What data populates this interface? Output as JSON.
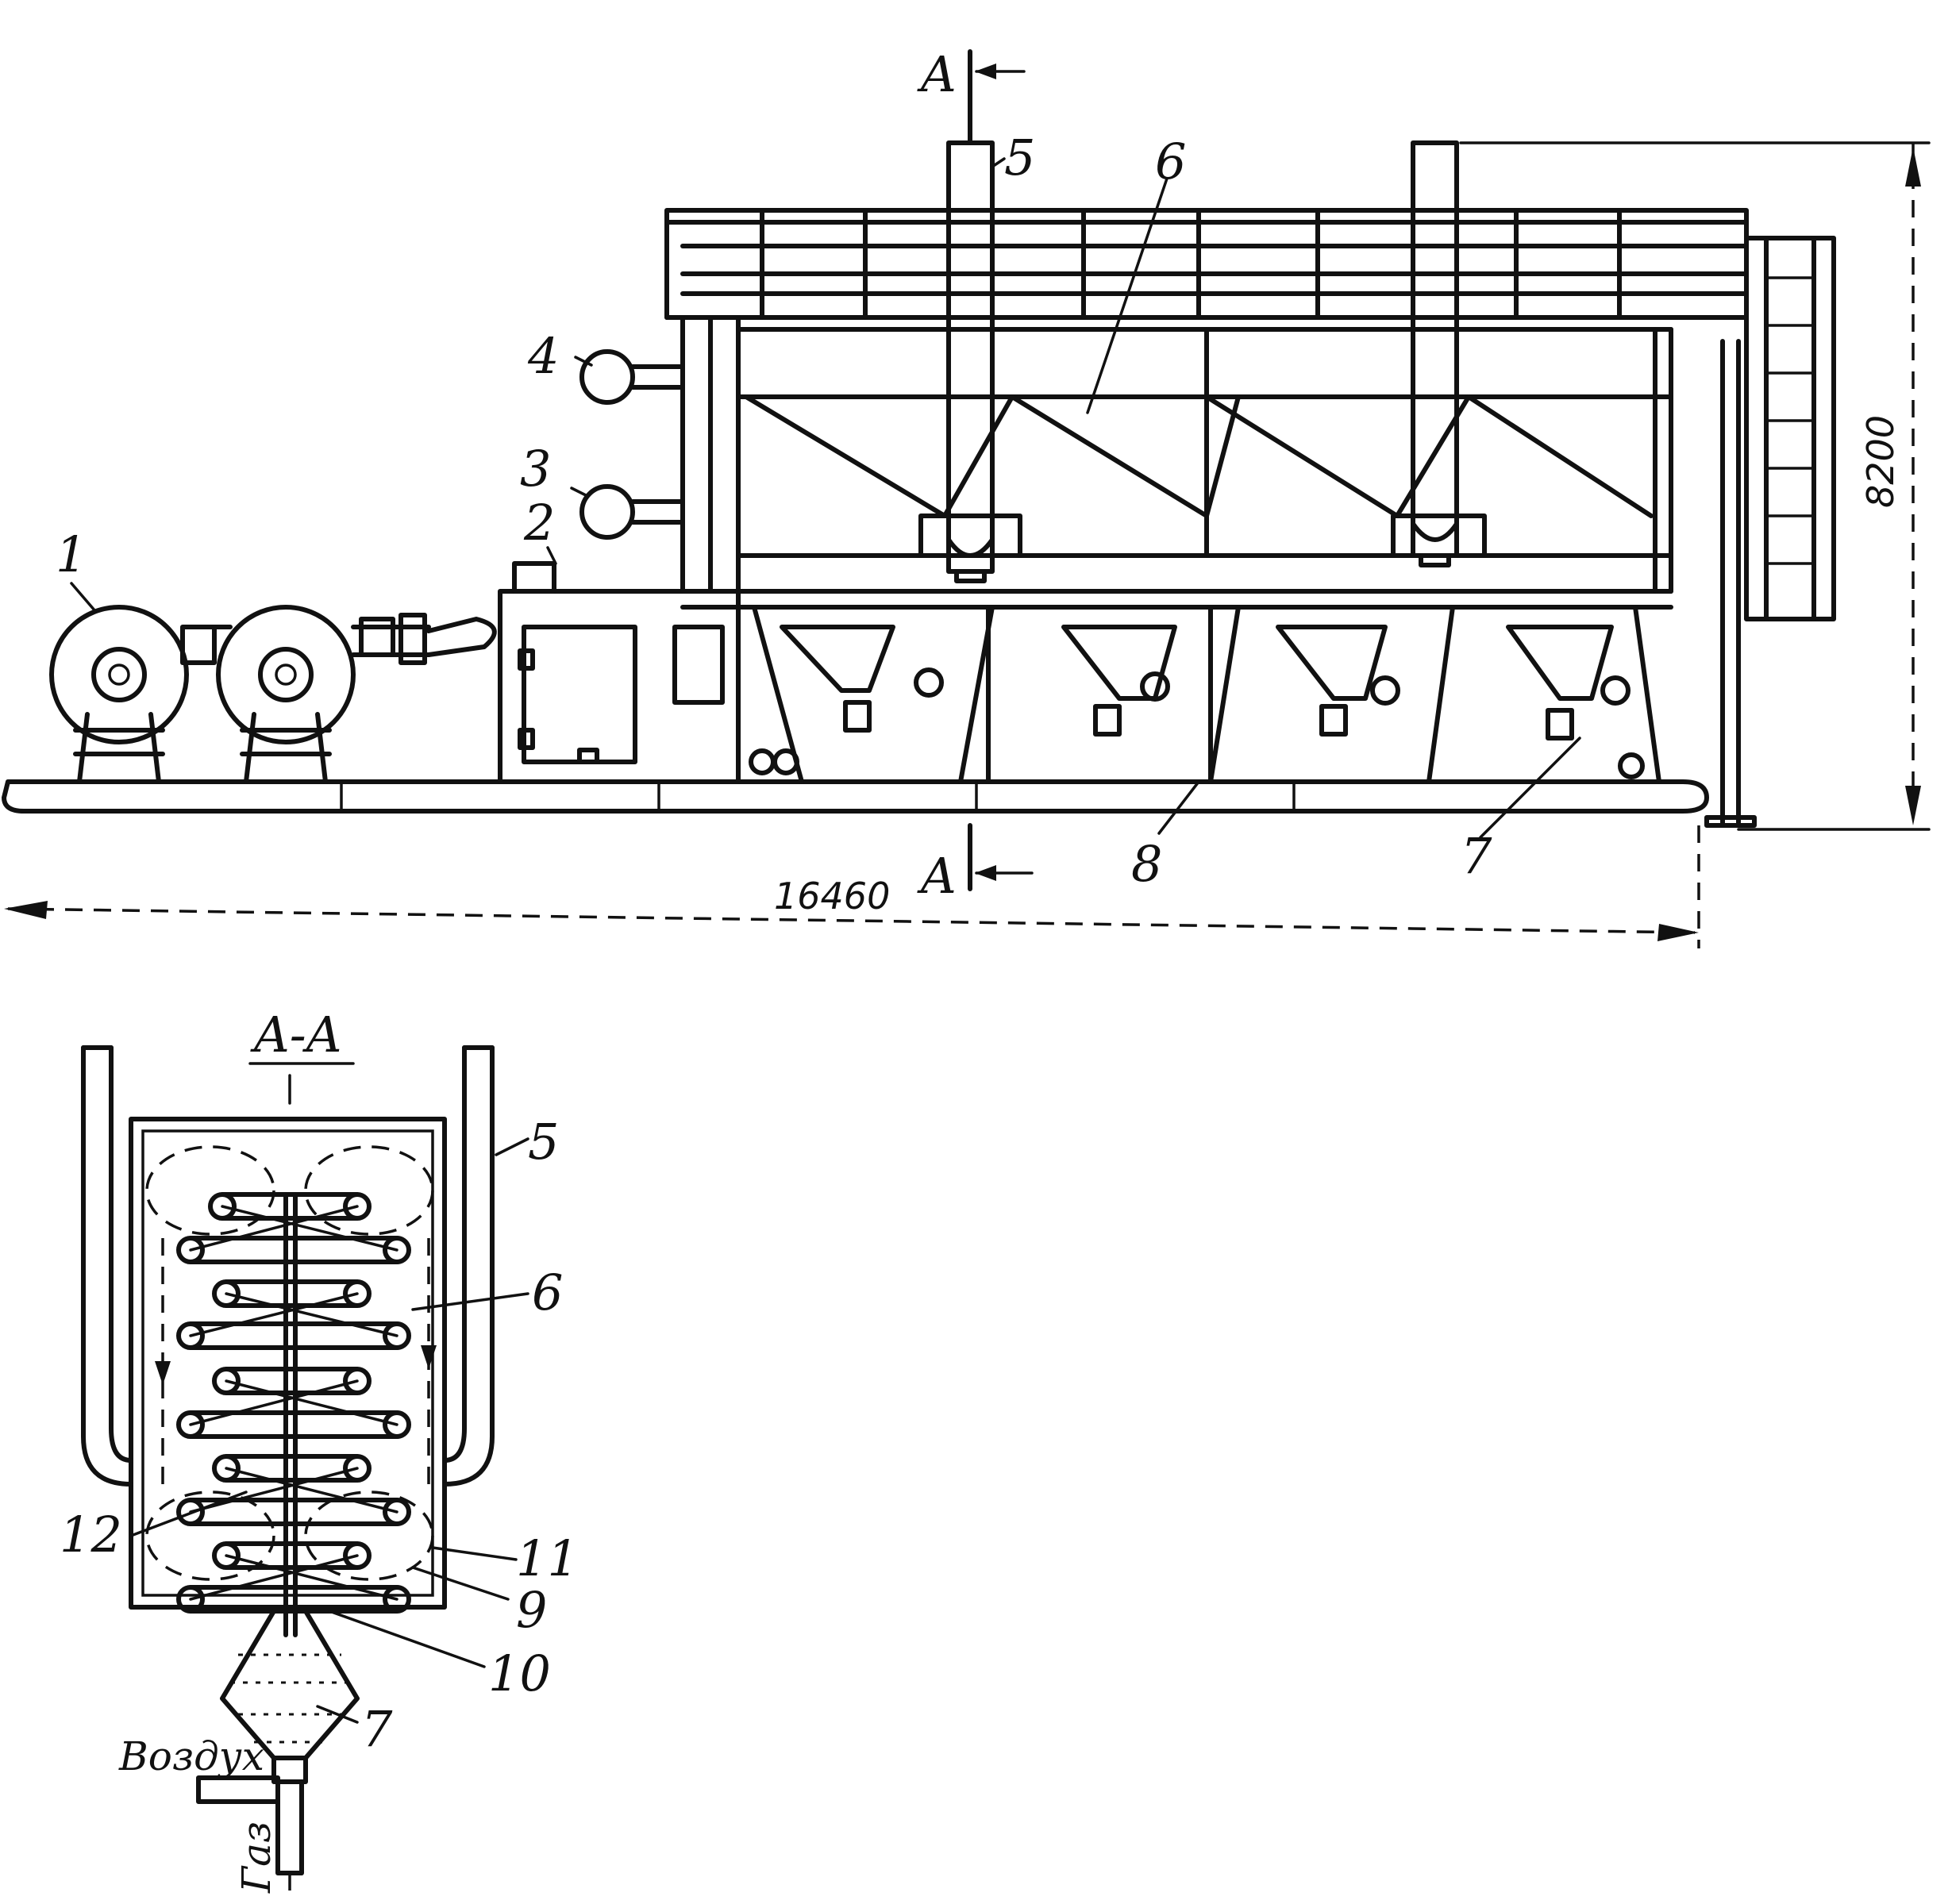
{
  "labels": {
    "n1": "1",
    "n2": "2",
    "n3": "3",
    "n4": "4",
    "n5": "5",
    "n6": "6",
    "n7": "7",
    "n8": "8",
    "n9": "9",
    "n10": "10",
    "n11": "11",
    "n12": "12"
  },
  "section": {
    "marker": "A",
    "title": "A-A"
  },
  "dimensions": {
    "length": "16460",
    "height": "8200"
  },
  "media": {
    "air": "Воздух",
    "gas": "Газ"
  }
}
